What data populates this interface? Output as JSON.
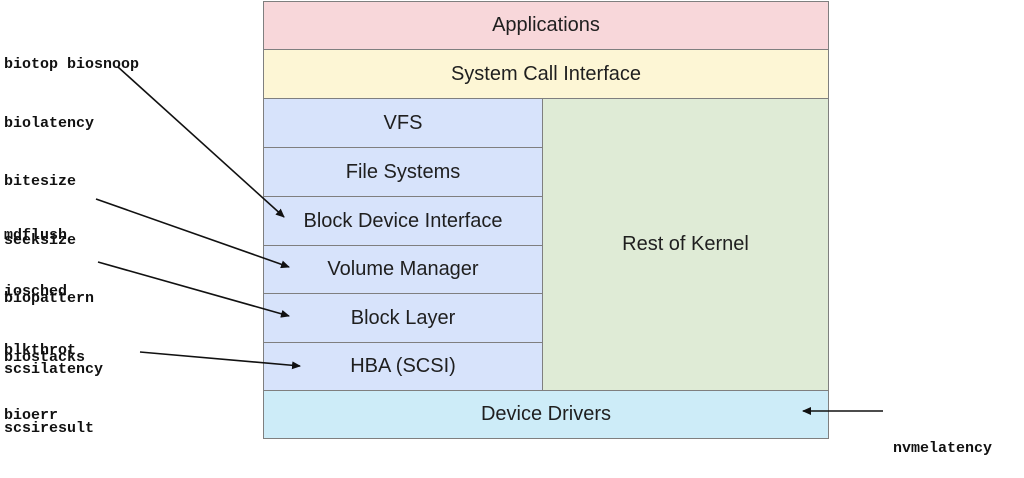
{
  "colors": {
    "applications": "#f8d7da",
    "syscall": "#fdf6d5",
    "stack": "#d7e3fb",
    "kernel": "#dfebd6",
    "drivers": "#cdecf8",
    "border": "#7f7f7f"
  },
  "stack": {
    "applications": "Applications",
    "syscall": "System Call Interface",
    "vfs": "VFS",
    "filesystems": "File Systems",
    "block_device_interface": "Block Device Interface",
    "volume_manager": "Volume Manager",
    "block_layer": "Block Layer",
    "hba": "HBA (SCSI)",
    "rest_of_kernel": "Rest of Kernel",
    "device_drivers": "Device Drivers"
  },
  "tools": {
    "group1": [
      "biotop biosnoop",
      "biolatency",
      "bitesize",
      "seeksize",
      "biopattern",
      "biostacks",
      "bioerr"
    ],
    "group2": [
      "mdflush"
    ],
    "group3": [
      "iosched",
      "blkthrot"
    ],
    "group4": [
      "scsilatency",
      "scsiresult"
    ],
    "group5": [
      "nvmelatency"
    ]
  }
}
